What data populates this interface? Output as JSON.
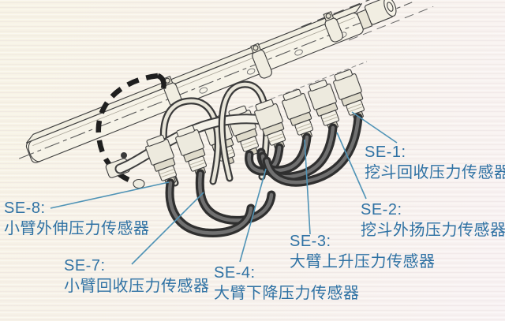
{
  "diagram": {
    "labels": [
      {
        "id": "SE-1",
        "code": "SE-1:",
        "name": "挖斗回收压力传感器"
      },
      {
        "id": "SE-2",
        "code": "SE-2:",
        "name": "挖斗外扬压力传感器"
      },
      {
        "id": "SE-3",
        "code": "SE-3:",
        "name": "大臂上升压力传感器"
      },
      {
        "id": "SE-4",
        "code": "SE-4:",
        "name": "大臂下降压力传感器"
      },
      {
        "id": "SE-7",
        "code": "SE-7:",
        "name": "小臂回收压力传感器"
      },
      {
        "id": "SE-8",
        "code": "SE-8:",
        "name": "小臂外伸压力传感器"
      }
    ],
    "label_color": "#2f72a4",
    "leader_color": "#4f93b6",
    "line_art_color": "#3e3e3e",
    "hose_color": "#2f2f2f",
    "background_color": "#f7f2ea"
  }
}
